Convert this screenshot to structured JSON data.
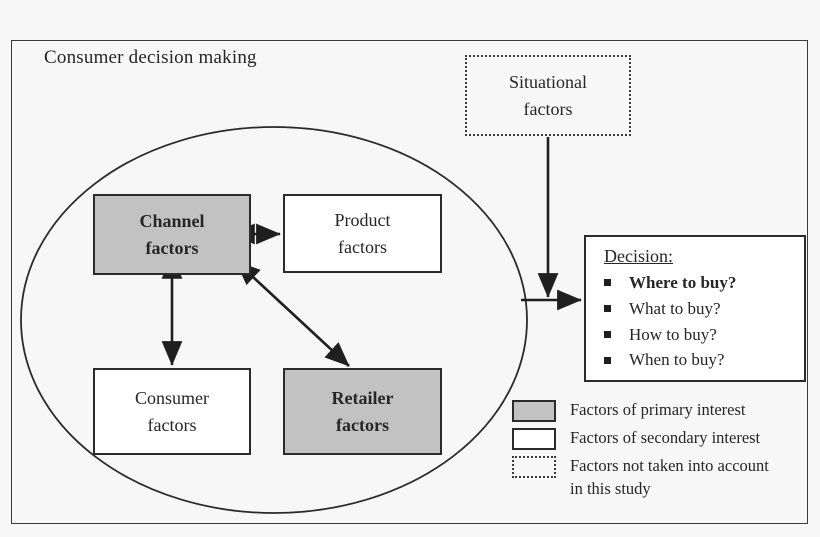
{
  "diagram": {
    "title": "Consumer decision making",
    "nodes": {
      "channel": {
        "line1": "Channel",
        "line2": "factors"
      },
      "product": {
        "line1": "Product",
        "line2": "factors"
      },
      "consumer": {
        "line1": "Consumer",
        "line2": "factors"
      },
      "retailer": {
        "line1": "Retailer",
        "line2": "factors"
      },
      "situational": {
        "line1": "Situational",
        "line2": "factors"
      }
    },
    "decision": {
      "heading": "Decision:",
      "items": [
        {
          "label": "Where to buy?",
          "emphasis": "bold"
        },
        {
          "label": "What to buy?",
          "emphasis": "normal"
        },
        {
          "label": "How to buy?",
          "emphasis": "normal"
        },
        {
          "label": "When to buy?",
          "emphasis": "normal"
        }
      ]
    },
    "legend": [
      {
        "style": "gray",
        "text": "Factors of primary interest"
      },
      {
        "style": "white",
        "text": "Factors of secondary interest"
      },
      {
        "style": "dotted",
        "text": "Factors not taken into account",
        "text2": "in this study"
      }
    ],
    "colors": {
      "primary_fill": "#c2c2c2",
      "secondary_fill": "#ffffff",
      "stroke": "#2b2b2b",
      "background": "#f7f7f7"
    }
  }
}
